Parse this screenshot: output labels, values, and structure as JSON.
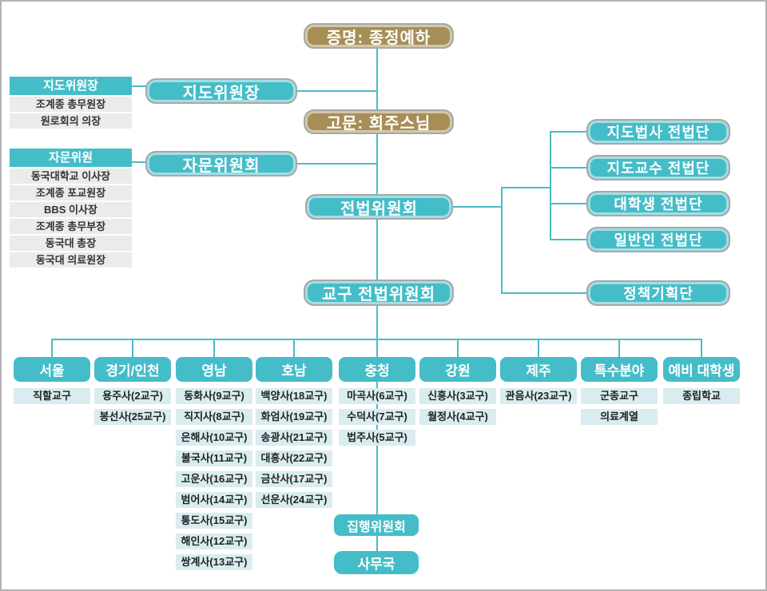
{
  "colors": {
    "teal": "#45bdc8",
    "gold": "#a78e56",
    "line": "#4bbcc6",
    "panel_row_bg": "#ebebeb",
    "item_bg": "#d9edf0",
    "border_gray": "#a7a7a7"
  },
  "nodes": {
    "seal": "증명: 종정예하",
    "chairman": "지도위원장",
    "advisor": "고문: 회주스님",
    "advisory_committee": "자문위원회",
    "mission_committee": "전법위원회",
    "diocese_committee": "교구 전법위원회",
    "executive_committee": "집행위원회",
    "office": "사무국"
  },
  "panels": [
    {
      "title": "지도위원장",
      "rows": [
        "조계종 총무원장",
        "원로회의 의장"
      ]
    },
    {
      "title": "자문위원",
      "rows": [
        "동국대학교 이사장",
        "조계종 포교원장",
        "BBS 이사장",
        "조계종 총무부장",
        "동국대 총장",
        "동국대 의료원장"
      ]
    }
  ],
  "units": [
    "지도법사 전법단",
    "지도교수 전법단",
    "대학생 전법단",
    "일반인 전법단",
    "정책기획단"
  ],
  "regions": [
    {
      "label": "서울",
      "items": [
        "직할교구"
      ]
    },
    {
      "label": "경기/인천",
      "items": [
        "용주사(2교구)",
        "봉선사(25교구)"
      ]
    },
    {
      "label": "영남",
      "items": [
        "동화사(9교구)",
        "직지사(8교구)",
        "은해사(10교구)",
        "불국사(11교구)",
        "고운사(16교구)",
        "범어사(14교구)",
        "통도사(15교구)",
        "해인사(12교구)",
        "쌍계사(13교구)"
      ]
    },
    {
      "label": "호남",
      "items": [
        "백양사(18교구)",
        "화엄사(19교구)",
        "송광사(21교구)",
        "대흥사(22교구)",
        "금산사(17교구)",
        "선운사(24교구)"
      ]
    },
    {
      "label": "충청",
      "items": [
        "마곡사(6교구)",
        "수덕사(7교구)",
        "법주사(5교구)"
      ]
    },
    {
      "label": "강원",
      "items": [
        "신흥사(3교구)",
        "월정사(4교구)"
      ]
    },
    {
      "label": "제주",
      "items": [
        "관음사(23교구)"
      ]
    },
    {
      "label": "특수분야",
      "items": [
        "군종교구",
        "의료계열"
      ]
    },
    {
      "label": "예비 대학생",
      "items": [
        "종립학교"
      ]
    }
  ]
}
